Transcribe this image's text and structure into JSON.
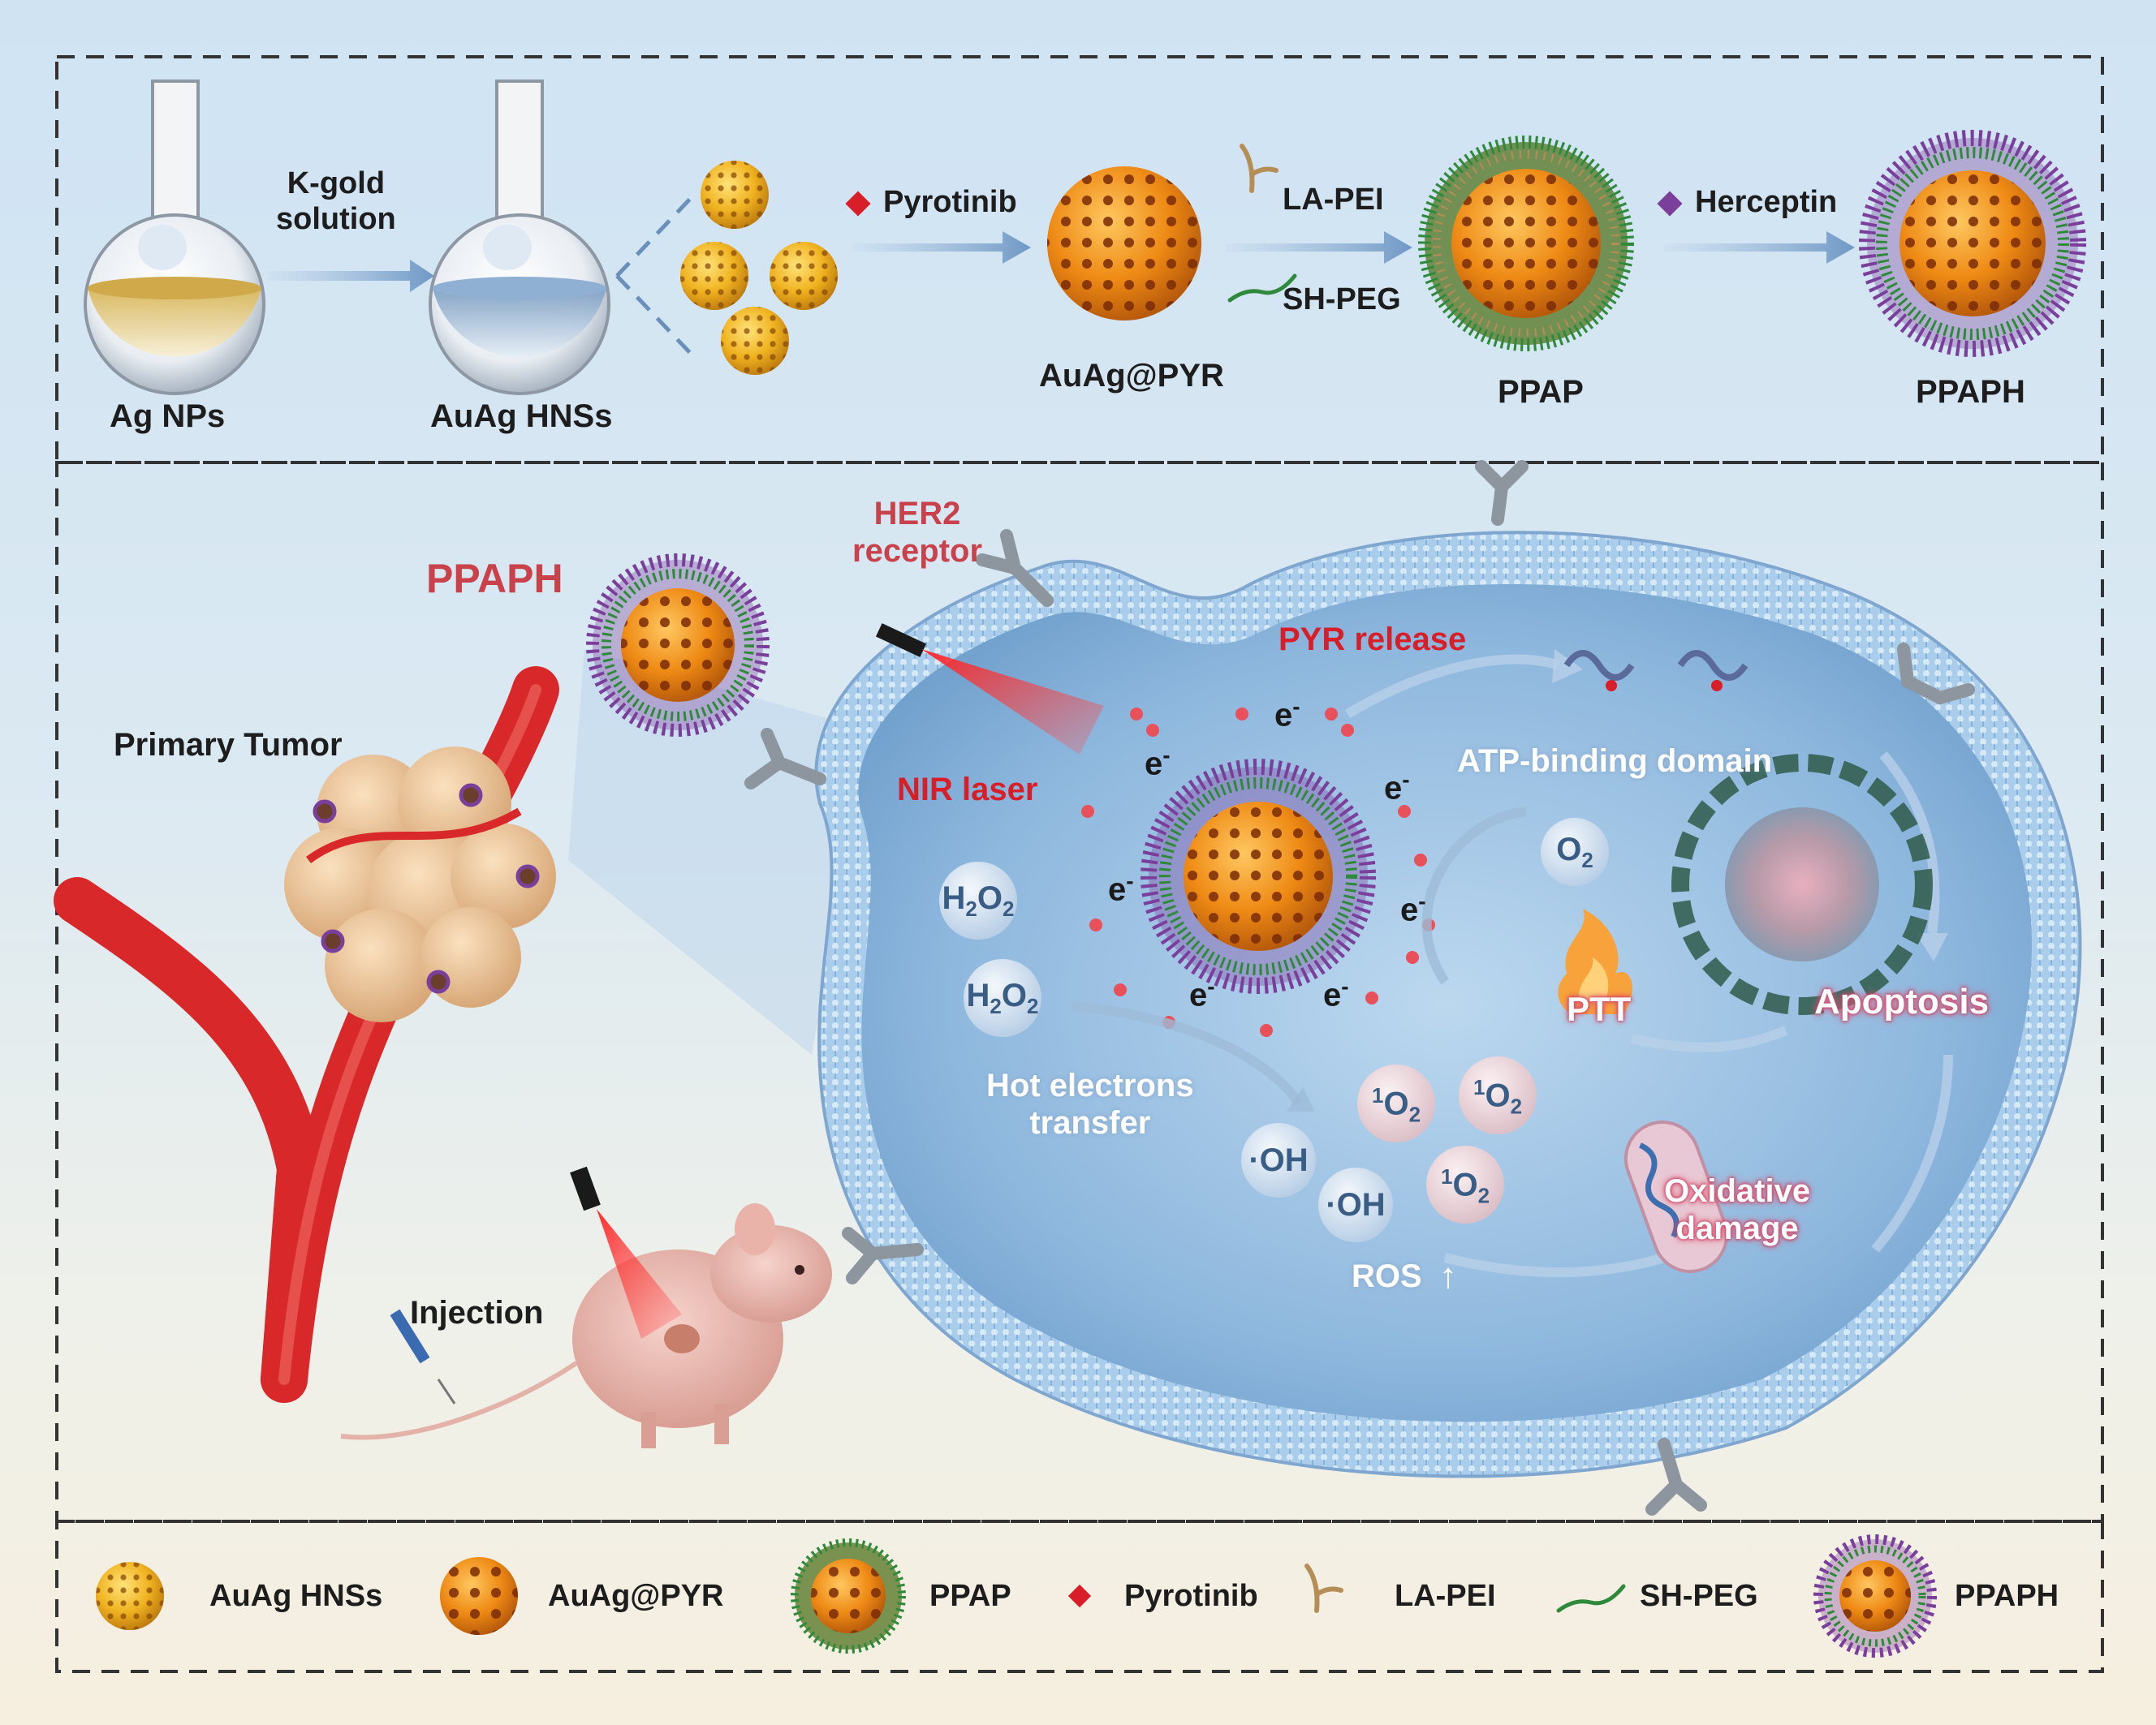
{
  "synthesis": {
    "ag_nps": "Ag NPs",
    "k_gold": "K-gold\nsolution",
    "auag_hnss": "AuAg HNSs",
    "pyrotinib": "Pyrotinib",
    "auag_pyr": "AuAg@PYR",
    "la_pei": "LA-PEI",
    "sh_peg": "SH-PEG",
    "ppap": "PPAP",
    "herceptin": "Herceptin",
    "ppaph": "PPAPH"
  },
  "mechanism": {
    "ppaph": "PPAPH",
    "her2": "HER2\nreceptor",
    "primary_tumor": "Primary Tumor",
    "nir_laser": "NIR laser",
    "pyr_release": "PYR release",
    "atp_domain": "ATP-binding domain",
    "hot_electrons": "Hot electrons\ntransfer",
    "ptt": "PTT",
    "apoptosis": "Apoptosis",
    "oxidative": "Oxidative\ndamage",
    "ros": "ROS",
    "injection": "Injection",
    "electron": "e",
    "electron_sup": "-",
    "h2o2_a": "H",
    "h2o2_b": "2",
    "h2o2_c": "O",
    "h2o2_d": "2",
    "o2_a": "O",
    "o2_b": "2",
    "singlet_sup": "1",
    "singlet_a": "O",
    "singlet_b": "2",
    "oh": "·OH"
  },
  "legend": {
    "auag_hnss": "AuAg HNSs",
    "auag_pyr": "AuAg@PYR",
    "ppap": "PPAP",
    "pyrotinib": "Pyrotinib",
    "la_pei": "LA-PEI",
    "sh_peg": "SH-PEG",
    "ppaph": "PPAPH"
  },
  "colors": {
    "gold": "#e8a81c",
    "pyr_gold": "#e58a1a",
    "peg_green": "#2e8a3a",
    "herceptin_purple": "#7a3f9a",
    "pyrotinib_red": "#d81e28",
    "vessel_red": "#d8282a",
    "cell_blue": "#9fc4e4",
    "arrow_blue": "#7fa6cf"
  }
}
